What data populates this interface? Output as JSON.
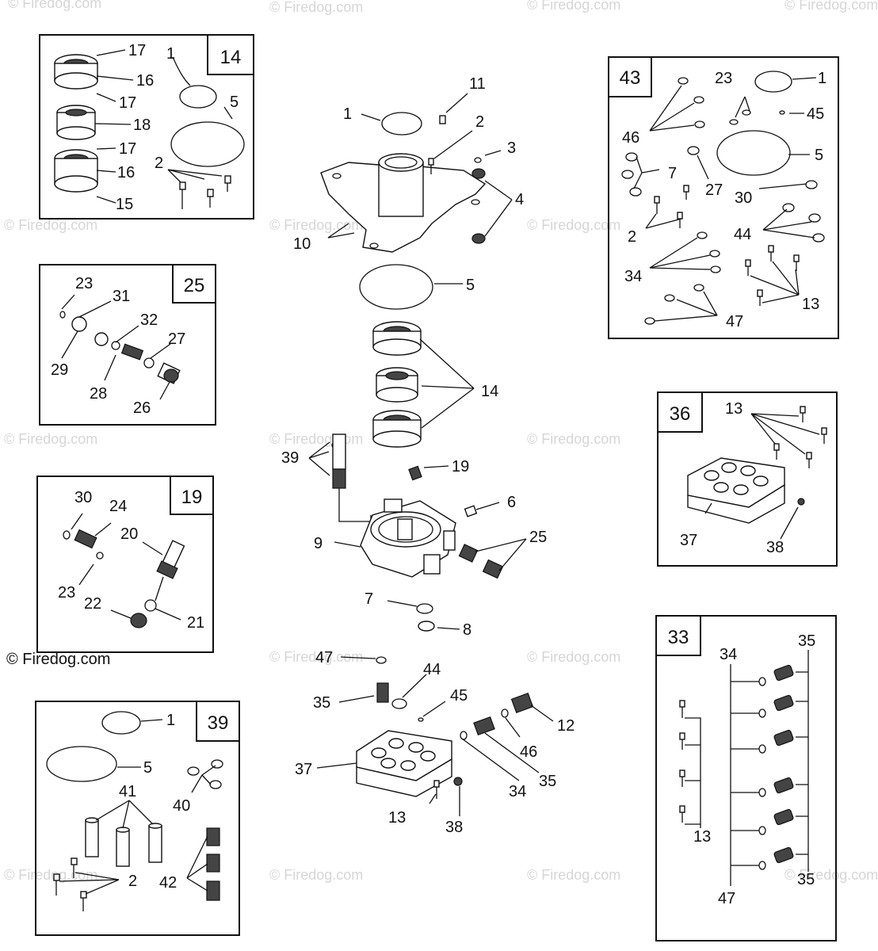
{
  "watermark_text": "© Firedog.com",
  "copyright_text": "© Firedog.com",
  "insets": {
    "i14": {
      "number": "14",
      "labels": [
        "17",
        "16",
        "17",
        "18",
        "17",
        "16",
        "15",
        "1",
        "5",
        "2"
      ]
    },
    "i25": {
      "number": "25",
      "labels": [
        "23",
        "31",
        "32",
        "27",
        "29",
        "28",
        "26"
      ]
    },
    "i19": {
      "number": "19",
      "labels": [
        "30",
        "24",
        "20",
        "23",
        "22",
        "21"
      ]
    },
    "i39": {
      "number": "39",
      "labels": [
        "1",
        "5",
        "41",
        "40",
        "2",
        "42"
      ]
    },
    "i43": {
      "number": "43",
      "labels": [
        "23",
        "1",
        "45",
        "46",
        "5",
        "7",
        "27",
        "30",
        "44",
        "2",
        "34",
        "13",
        "47"
      ]
    },
    "i36": {
      "number": "36",
      "labels": [
        "13",
        "37",
        "38"
      ]
    },
    "i33": {
      "number": "33",
      "labels": [
        "35",
        "34",
        "13",
        "47",
        "35"
      ]
    }
  },
  "center_labels": {
    "housing": [
      "11",
      "1",
      "2",
      "3",
      "4",
      "10",
      "5",
      "14"
    ],
    "pump": [
      "39",
      "19",
      "6",
      "9",
      "25",
      "7",
      "8"
    ],
    "head": [
      "47",
      "44",
      "35",
      "45",
      "12",
      "46",
      "37",
      "35",
      "34",
      "13",
      "38"
    ]
  }
}
